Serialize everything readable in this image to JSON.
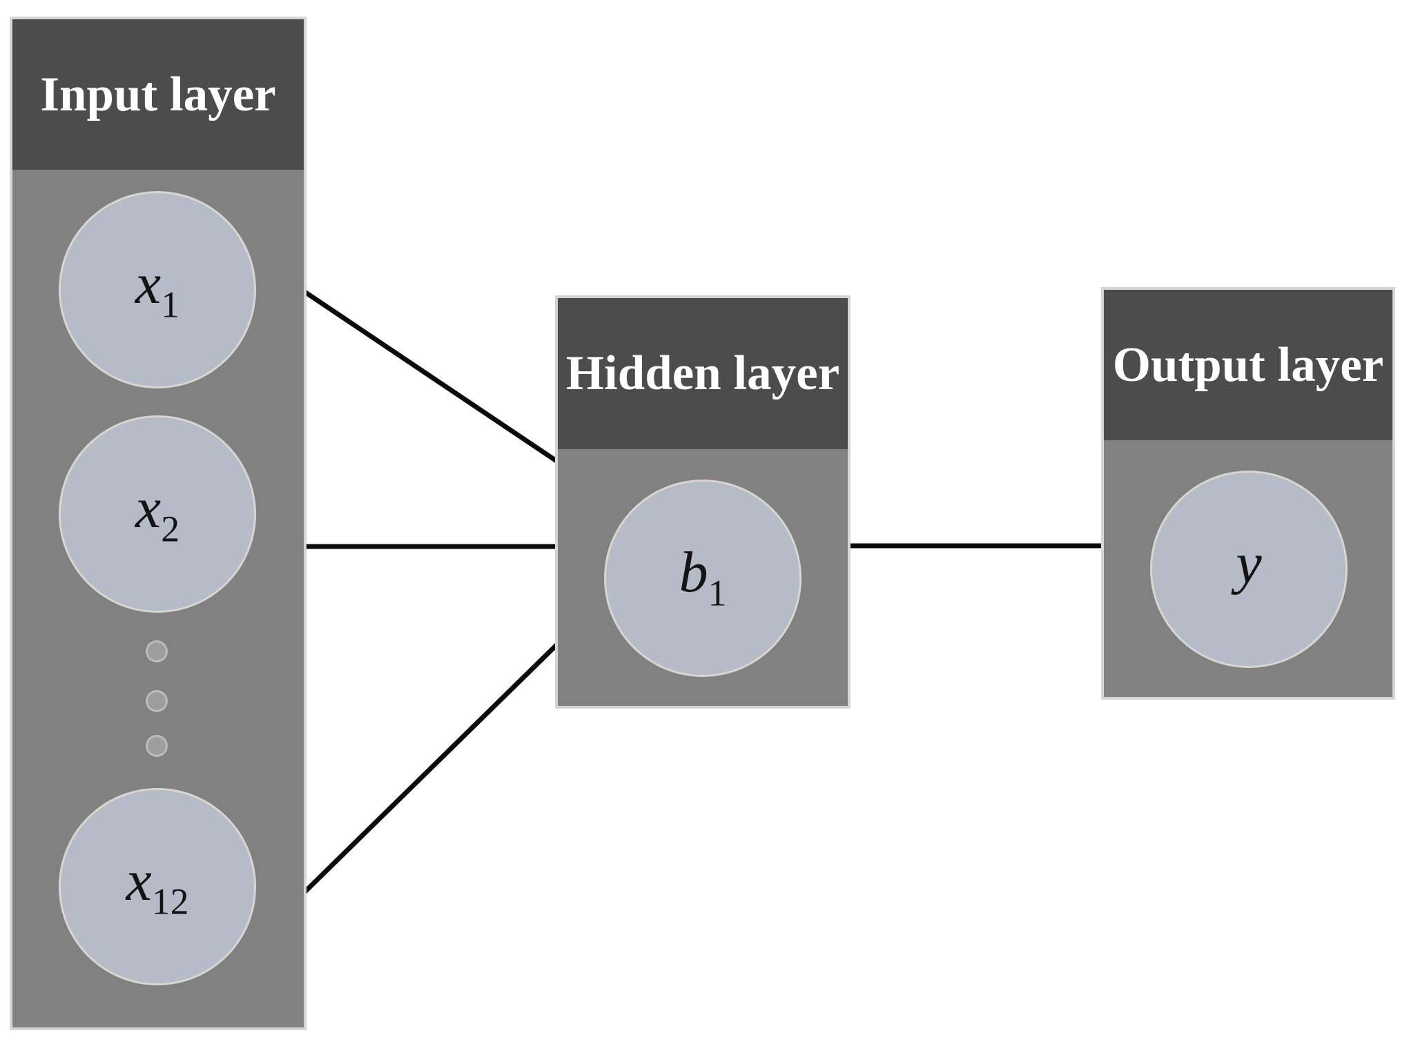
{
  "figure": {
    "type": "neural-network-diagram",
    "layers": [
      {
        "id": "input",
        "title": "Input layer",
        "nodes": [
          {
            "base": "x",
            "sub": "1"
          },
          {
            "base": "x",
            "sub": "2"
          },
          {
            "base": "x",
            "sub": "12"
          }
        ],
        "ellipsis_dots": 3
      },
      {
        "id": "hidden",
        "title": "Hidden layer",
        "nodes": [
          {
            "base": "b",
            "sub": "1"
          }
        ]
      },
      {
        "id": "output",
        "title": "Output layer",
        "nodes": [
          {
            "base": "y",
            "sub": ""
          }
        ]
      }
    ],
    "connections": [
      {
        "from": "x1",
        "to": "b1"
      },
      {
        "from": "x2",
        "to": "b1"
      },
      {
        "from": "x12",
        "to": "b1"
      },
      {
        "from": "b1",
        "to": "y"
      }
    ],
    "colors": {
      "header_bg": "#4c4c4c",
      "body_bg": "#818181",
      "node_fill": "#b5bcc7",
      "node_rim": "#d9d6d0",
      "dot_fill": "#9e9e9e",
      "dot_rim": "#bcbcbc",
      "edge": "#0a0a0a",
      "title_text": "#ffffff",
      "node_text": "#141414",
      "canvas_bg": "#ffffff",
      "box_rim": "#d6d6d6"
    }
  }
}
